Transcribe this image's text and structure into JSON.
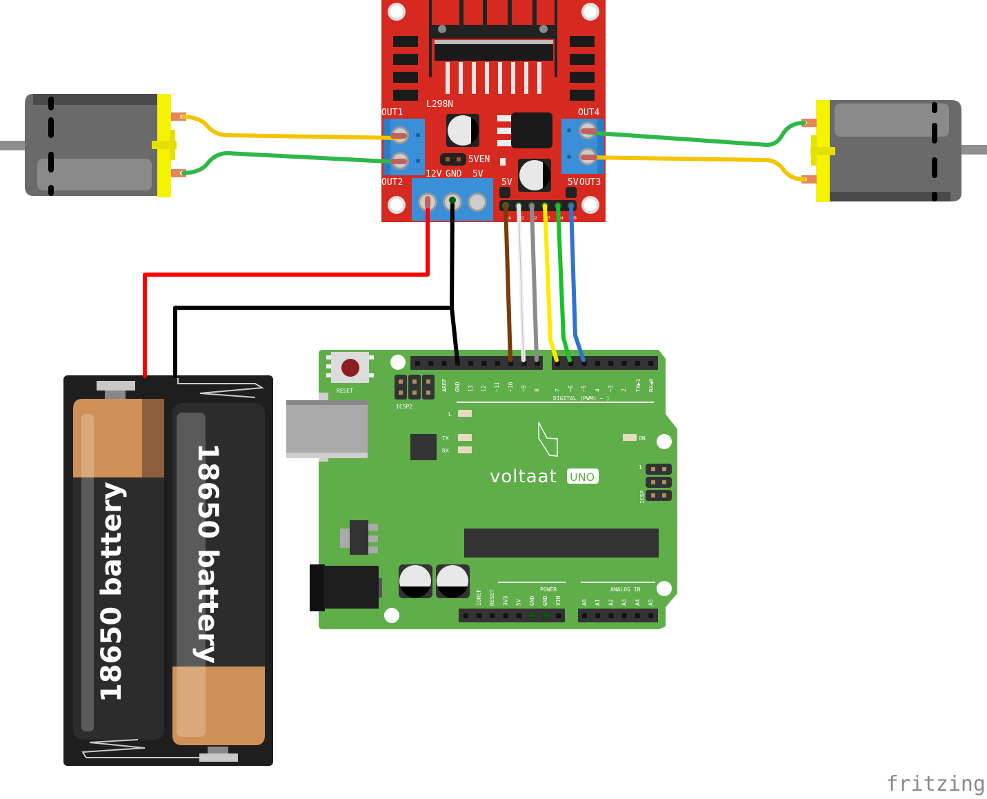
{
  "diagram": {
    "watermark": "fritzing",
    "colors": {
      "motor_driver_board": "#d62a20",
      "arduino_board": "#5fae4a",
      "terminal_block": "#3a8fd8",
      "motor_body": "#6a6a6a",
      "motor_endcap": "#f4f400",
      "battery_holder": "#1e1e1e",
      "battery_copper": "#cf9158"
    },
    "motor_driver": {
      "chip_label": "L298N",
      "out1": "OUT1",
      "out2": "OUT2",
      "out3": "OUT3",
      "out4": "OUT4",
      "jumper_label": "5VEN",
      "power_labels": [
        "12V",
        "GND",
        "5V"
      ],
      "logic_5v_left": "5V",
      "logic_5v_right": "5V",
      "control_pins": [
        "ENA",
        "IN1",
        "IN2",
        "IN3",
        "IN4",
        "ENB"
      ]
    },
    "arduino": {
      "brand": "voltaat",
      "model": "UNO",
      "reset_label": "RESET",
      "icsp2_label": "ICSP2",
      "icsp_label": "ICSP",
      "icsp_pin1": "1",
      "led_l": "L",
      "led_tx": "TX",
      "led_rx": "RX",
      "led_on": "ON",
      "digital_header_title": "DIGITAL (PWM= ~ )",
      "digital_pins": [
        "AREF",
        "GND",
        "13",
        "12",
        "~11",
        "~10",
        "~9",
        "8",
        "7",
        "~6",
        "~5",
        "4",
        "~3",
        "2",
        "TX▶1",
        "RX◀0"
      ],
      "power_header_title": "POWER",
      "power_pins": [
        "IOREF",
        "RESET",
        "3V3",
        "5V",
        "GND",
        "GND",
        "VIN"
      ],
      "analog_header_title": "ANALOG IN",
      "analog_pins": [
        "A0",
        "A1",
        "A2",
        "A3",
        "A4",
        "A5"
      ]
    },
    "batteries": {
      "cell_left": "18650 battery",
      "cell_right": "18650 battery"
    },
    "wires": [
      {
        "from": "Motor left terminal 1",
        "to": "OUT1",
        "color": "#f5c400"
      },
      {
        "from": "Motor left terminal 2",
        "to": "OUT2",
        "color": "#2fb84a"
      },
      {
        "from": "Motor right terminal 1",
        "to": "OUT4",
        "color": "#2fb84a"
      },
      {
        "from": "Motor right terminal 2",
        "to": "OUT3",
        "color": "#f5c400"
      },
      {
        "from": "Battery +",
        "to": "12V",
        "color": "#ff0000"
      },
      {
        "from": "Battery -",
        "to": "GND",
        "color": "#000000"
      },
      {
        "from": "L298N GND",
        "to": "Arduino GND",
        "color": "#000000"
      },
      {
        "from": "ENA",
        "to": "~10",
        "color": "#7a3a0a"
      },
      {
        "from": "IN1",
        "to": "~9",
        "color": "#f0f0f0"
      },
      {
        "from": "IN2",
        "to": "8",
        "color": "#8c8c8c"
      },
      {
        "from": "IN3",
        "to": "7",
        "color": "#ffea00"
      },
      {
        "from": "IN4",
        "to": "~6",
        "color": "#18c02a"
      },
      {
        "from": "ENB",
        "to": "~5",
        "color": "#2f74d0"
      }
    ]
  }
}
